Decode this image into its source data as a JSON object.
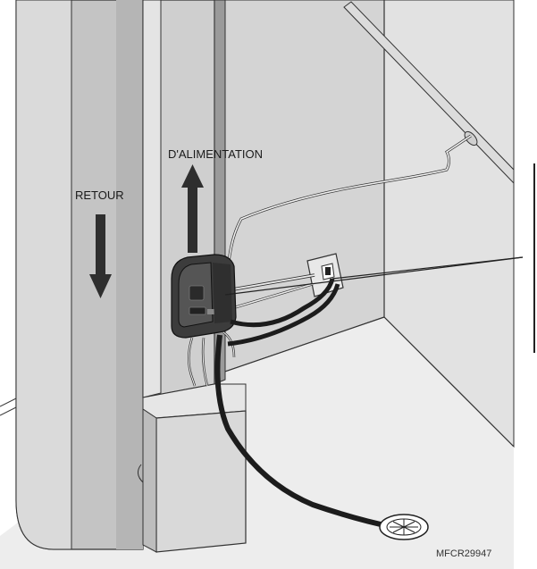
{
  "labels": {
    "supply": "D'ALIMENTATION",
    "return": "RETOUR",
    "figure_code": "MFCR29947"
  },
  "colors": {
    "wall_back": "#d4d4d4",
    "wall_side": "#e2e2e2",
    "floor": "#ededed",
    "duct_front": "#c4c4c4",
    "duct_light": "#dadada",
    "duct_shadow": "#9a9a9a",
    "plenum": "#cfcfcf",
    "base": "#d9d9d9",
    "device": "#3c3c3c",
    "hose": "#1c1c1c",
    "line": "#222222",
    "arrow": "#2e2e2e"
  },
  "icons": {
    "humidifier": "humidifier-unit-icon",
    "outlet": "electrical-outlet-icon",
    "drain": "floor-drain-icon",
    "supply_arrow": "arrow-up-icon",
    "return_arrow": "arrow-down-icon"
  }
}
